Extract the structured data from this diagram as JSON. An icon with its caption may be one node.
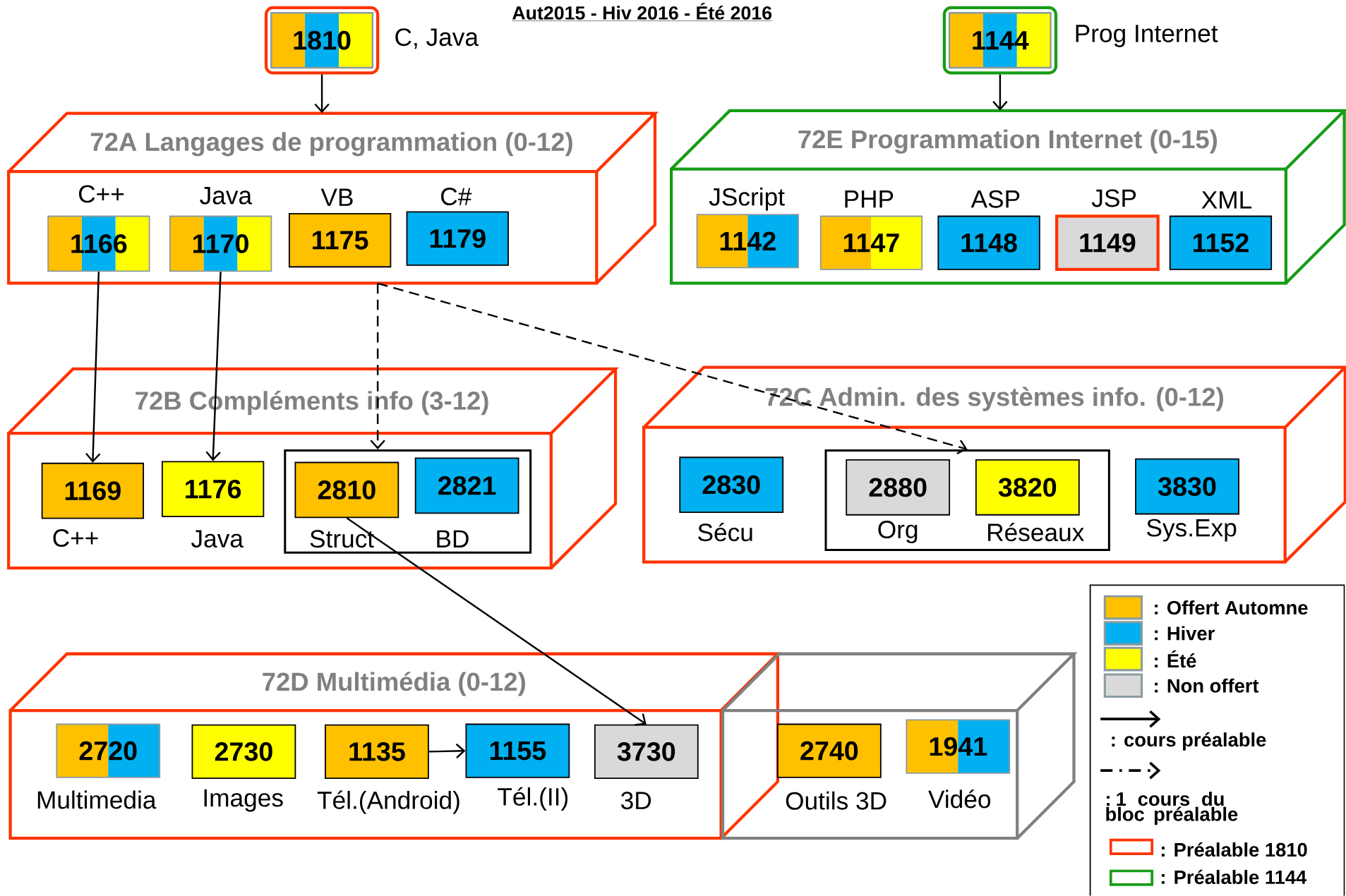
{
  "diagram": {
    "title": "Aut2015 - Hiv 2016 - Été 2016",
    "nodes": [
      {
        "text": [
          "1810"
        ],
        "beside": [
          "C, Java"
        ]
      },
      {
        "text": [
          "1144"
        ],
        "beside": [
          "Prog Internet"
        ]
      },
      {
        "text": [
          "72A Langages de programmation (0-12)"
        ]
      },
      {
        "text": [
          "C++",
          "1166"
        ],
        "in": 2
      },
      {
        "text": [
          "Java",
          "1170"
        ],
        "in": 2
      },
      {
        "text": [
          "VB",
          "1175"
        ],
        "in": 2
      },
      {
        "text": [
          "C#",
          "1179"
        ],
        "in": 2
      },
      {
        "text": [
          "72E Programmation Internet (0-15)"
        ]
      },
      {
        "text": [
          "JScript",
          "1142"
        ],
        "in": 7
      },
      {
        "text": [
          "PHP",
          "1147"
        ],
        "in": 7
      },
      {
        "text": [
          "ASP",
          "1148"
        ],
        "in": 7
      },
      {
        "text": [
          "JSP",
          "1149"
        ],
        "in": 7
      },
      {
        "text": [
          "XML",
          "1152"
        ],
        "in": 7
      },
      {
        "text": [
          "72B Compléments info (3-12)"
        ]
      },
      {
        "text": [
          "1169",
          "C++"
        ],
        "in": 13
      },
      {
        "text": [
          "1176",
          "Java"
        ],
        "in": 13
      },
      {
        "text": [],
        "shape": "box",
        "in": 13
      },
      {
        "text": [
          "2810",
          "Struct"
        ],
        "in": 16
      },
      {
        "text": [
          "2821",
          "BD"
        ],
        "in": 16
      },
      {
        "text": [
          "72C Admin. des systèmes info. (0-12)"
        ]
      },
      {
        "text": [
          "2830",
          "Sécu"
        ],
        "in": 19
      },
      {
        "text": [],
        "shape": "box",
        "in": 19
      },
      {
        "text": [
          "2880",
          "Org"
        ],
        "in": 21
      },
      {
        "text": [
          "3820",
          "Réseaux"
        ],
        "in": 21
      },
      {
        "text": [
          "3830",
          "Sys.Exp"
        ],
        "in": 19
      },
      {
        "text": [
          "72D Multimédia (0-12)"
        ]
      },
      {
        "text": [
          "2720",
          "Multimedia"
        ],
        "in": 25
      },
      {
        "text": [
          "2730",
          "Images"
        ],
        "in": 25
      },
      {
        "text": [
          "1135",
          "Tél.(Android)"
        ],
        "in": 25
      },
      {
        "text": [
          "1155",
          "Tél.(II)"
        ],
        "in": 25
      },
      {
        "text": [
          "3730",
          "3D"
        ],
        "in": 25
      },
      {
        "text": [],
        "shape": "box"
      },
      {
        "text": [
          "2740",
          "Outils 3D"
        ],
        "in": 31
      },
      {
        "text": [
          "1941",
          "Vidéo"
        ],
        "in": 31
      }
    ],
    "edges": [
      {
        "from": 0,
        "to": 2,
        "arrow": "to"
      },
      {
        "from": 1,
        "to": 7,
        "arrow": "to"
      },
      {
        "from": 3,
        "to": 14,
        "arrow": "to"
      },
      {
        "from": 4,
        "to": 15,
        "arrow": "to"
      },
      {
        "from": 2,
        "to": 16,
        "arrow": "to",
        "style": "dashed"
      },
      {
        "from": 2,
        "to": 21,
        "arrow": "to",
        "style": "dashed"
      },
      {
        "from": 17,
        "to": 30,
        "arrow": "to"
      },
      {
        "from": 28,
        "to": 29,
        "arrow": "to"
      }
    ],
    "legend": [
      {
        "text": ": Offert Automne",
        "color": "#ffc000"
      },
      {
        "text": ": Hiver",
        "color": "#00b0f0"
      },
      {
        "text": ": Été",
        "color": "#ffff00"
      },
      {
        "text": ": Non offert",
        "color": "#d9d9d9"
      },
      {
        "text": ": cours préalable"
      },
      {
        "text": ": 1 cours du bloc préalable"
      },
      {
        "text": ": Préalable 1810"
      },
      {
        "text": ": Préalable 1144"
      }
    ]
  }
}
